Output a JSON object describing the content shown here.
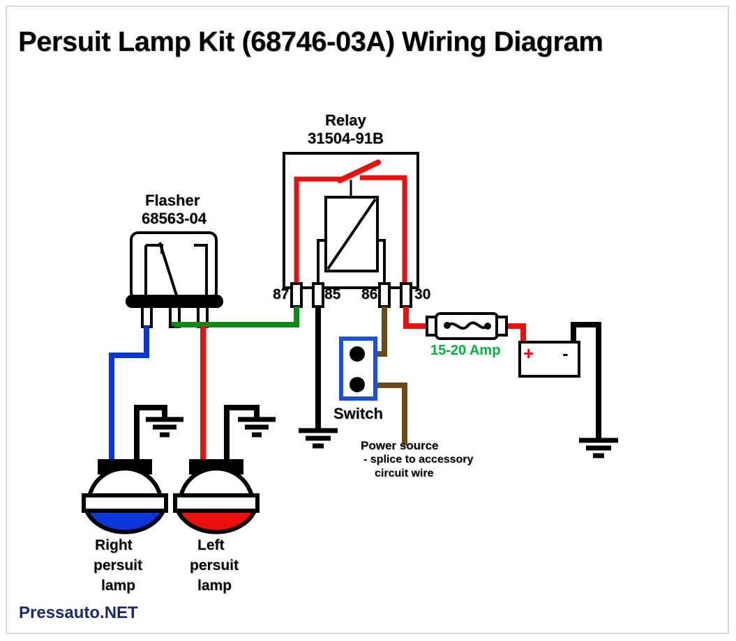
{
  "title": "Persuit Lamp Kit (68746-03A) Wiring Diagram",
  "watermark": "Pressauto.NET",
  "colors": {
    "wire_red": "#e8110f",
    "wire_blue": "#0b37d6",
    "wire_green": "#0a8a16",
    "wire_brown": "#6b4a16",
    "wire_black": "#000000",
    "switch_outline": "#1a4fd6",
    "fuse_label_green": "#00b33c",
    "lamp_blue": "#0b37d6",
    "lamp_red": "#e8110f",
    "watermark_navy": "#1b2a6b",
    "frame_gray": "#d9d9d9"
  },
  "components": {
    "relay": {
      "name": "Relay",
      "part_number": "31504-91B",
      "pins": [
        {
          "label": "87",
          "wire_color": "green"
        },
        {
          "label": "85",
          "wire_color": "black"
        },
        {
          "label": "86",
          "wire_color": "brown"
        },
        {
          "label": "30",
          "wire_color": "red"
        }
      ]
    },
    "flasher": {
      "name": "Flasher",
      "part_number": "68563-04",
      "pins": [
        {
          "wire_color": "blue"
        },
        {
          "wire_color": "green"
        },
        {
          "wire_color": "red"
        }
      ]
    },
    "fuse": {
      "label": "15-20 Amp"
    },
    "battery": {
      "positive_terminal": "+",
      "negative_terminal": "-"
    },
    "switch": {
      "label": "Switch",
      "terminal_count": 2
    },
    "power_source": {
      "line1": "Power source",
      "line2": "- splice to accessory",
      "line3": "circuit wire"
    },
    "right_lamp": {
      "line1": "Right",
      "line2": "persuit",
      "line3": "lamp",
      "lens_color": "blue"
    },
    "left_lamp": {
      "line1": "Left",
      "line2": "persuit",
      "line3": "lamp",
      "lens_color": "red"
    }
  }
}
